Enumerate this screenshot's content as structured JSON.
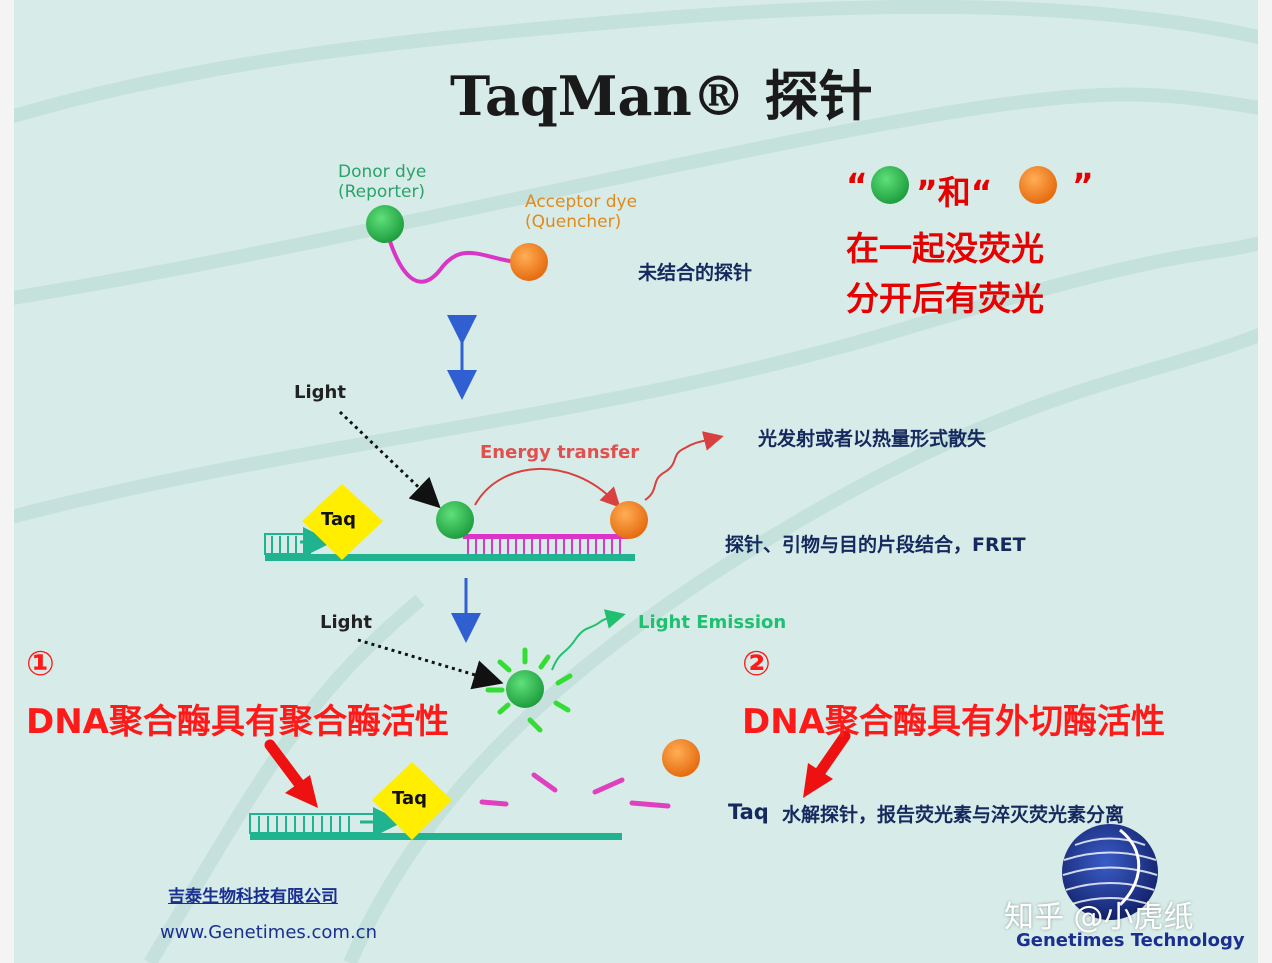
{
  "title": "TaqMan® 探针",
  "labels": {
    "donor_line1": "Donor dye",
    "donor_line2": "(Reporter)",
    "acceptor_line1": "Acceptor dye",
    "acceptor_line2": "(Quencher)",
    "unbound_probe": "未结合的探针",
    "light_1": "Light",
    "energy_transfer": "Energy transfer",
    "light_dissipate": "光发射或者以热量形式散失",
    "taq_1": "Taq",
    "fret_note": "探针、引物与目的片段结合，FRET",
    "light_2": "Light",
    "light_emission": "Light Emission",
    "taq_2": "Taq",
    "hydrolysis_taq": "Taq",
    "hydrolysis_note": "水解探针，报告荧光素与淬灭荧光素分离"
  },
  "legend": {
    "open_quote": "“",
    "and_text": "”和“",
    "close_quote": "”",
    "line2": "在一起没荧光",
    "line3": "分开后有荧光"
  },
  "annotations": {
    "num1": "①",
    "text1": "DNA聚合酶具有聚合酶活性",
    "num2": "②",
    "text2": "DNA聚合酶具有外切酶活性"
  },
  "footer": {
    "company": "吉泰生物科技有限公司",
    "url": "www.Genetimes.com.cn",
    "watermark": "知乎 @小虎纸",
    "brand": "Genetimes Technology"
  },
  "colors": {
    "reporter": "#22b84a",
    "quencher": "#f58220",
    "probe": "#d936c8",
    "strand": "#1fb38f",
    "taq": "#ffee00",
    "annotation": "#ff1a1a"
  }
}
